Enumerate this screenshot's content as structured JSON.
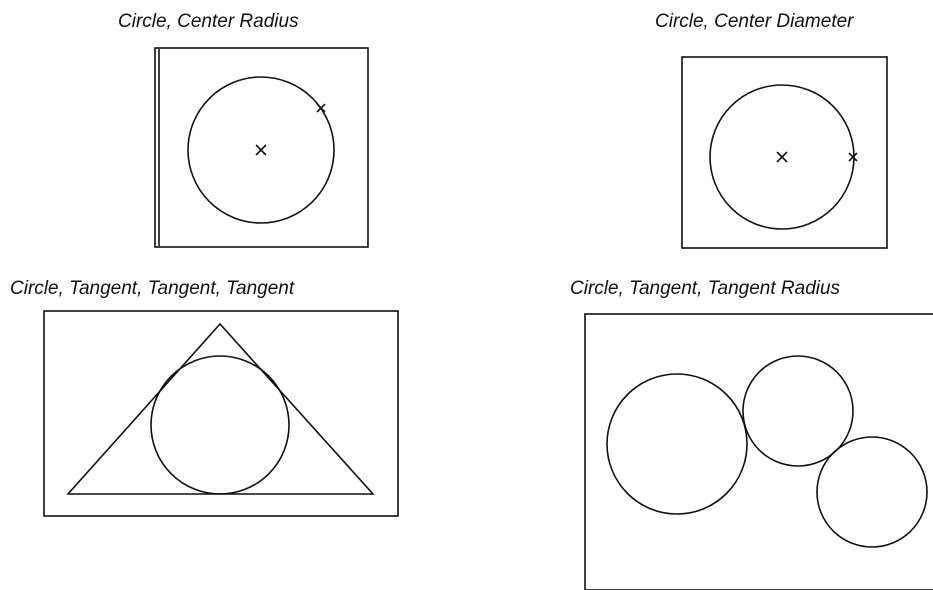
{
  "captions": {
    "center_radius": "Circle, Center Radius",
    "center_diameter": "Circle, Center Diameter",
    "tan_tan_tan": "Circle, Tangent, Tangent, Tangent",
    "tan_tan_radius": "Circle, Tangent, Tangent Radius"
  },
  "colors": {
    "background": "#ffffff",
    "line": "#111111"
  }
}
